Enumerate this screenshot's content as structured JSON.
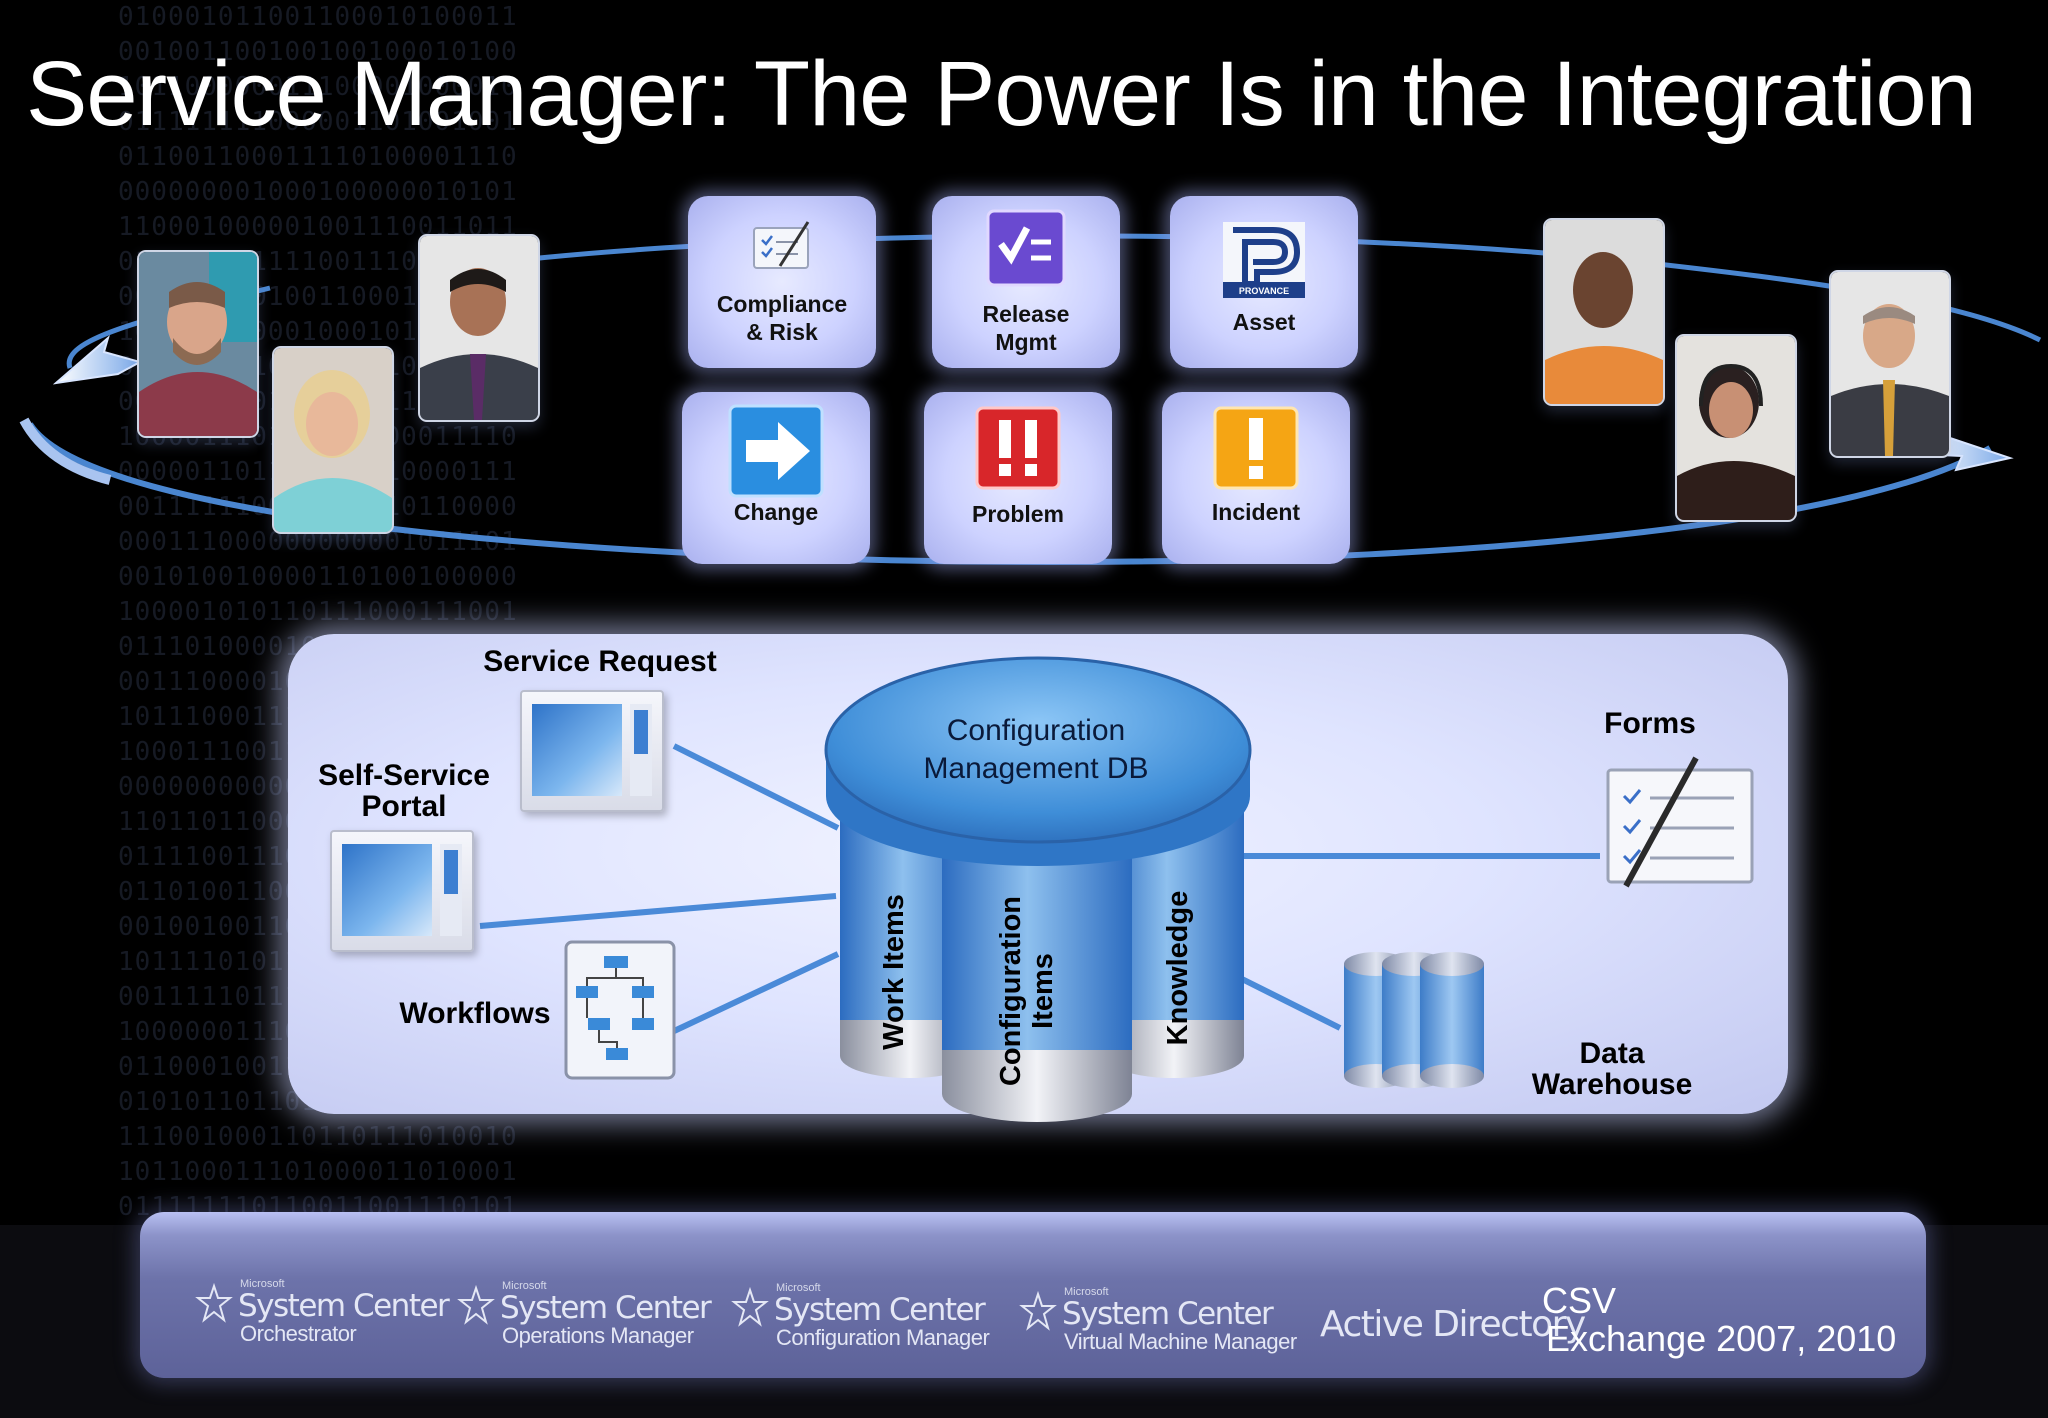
{
  "title": "Service Manager: The Power Is in the Integration",
  "tiles": [
    {
      "id": "compliance",
      "label_lines": [
        "Compliance",
        "& Risk"
      ],
      "icon": "checklist-pen-icon"
    },
    {
      "id": "release",
      "label_lines": [
        "Release",
        "Mgmt"
      ],
      "icon": "checkbox-list-icon"
    },
    {
      "id": "asset",
      "label_lines": [
        "Asset"
      ],
      "icon": "provance-logo-icon",
      "logo_text": "PROVANCE"
    },
    {
      "id": "change",
      "label_lines": [
        "Change"
      ],
      "icon": "arrow-right-icon"
    },
    {
      "id": "problem",
      "label_lines": [
        "Problem"
      ],
      "icon": "double-exclamation-icon"
    },
    {
      "id": "incident",
      "label_lines": [
        "Incident"
      ],
      "icon": "exclamation-icon"
    }
  ],
  "diagram": {
    "service_request": "Service Request",
    "self_service_lines": [
      "Self-Service",
      "Portal"
    ],
    "workflows": "Workflows",
    "forms": "Forms",
    "data_warehouse_lines": [
      "Data",
      "Warehouse"
    ],
    "cmdb_lines": [
      "Configuration",
      "Management DB"
    ],
    "cylinders": {
      "work_items": "Work Items",
      "config_items_lines": [
        "Configuration",
        "Items"
      ],
      "knowledge": "Knowledge"
    }
  },
  "footer": {
    "logos": [
      {
        "brand_small": "Microsoft",
        "brand": "System Center",
        "product": "Orchestrator"
      },
      {
        "brand_small": "Microsoft",
        "brand": "System Center",
        "product": "Operations Manager"
      },
      {
        "brand_small": "Microsoft",
        "brand": "System Center",
        "product": "Configuration Manager"
      },
      {
        "brand_small": "Microsoft",
        "brand": "System Center",
        "product": "Virtual Machine Manager"
      }
    ],
    "active_directory": "Active Directory",
    "csv": "CSV",
    "exchange": "Exchange 2007, 2010"
  },
  "colors": {
    "background": "#000000",
    "orbit_line": "#4a86d0",
    "tile": "#cdd2ff",
    "panel": "#dfe4ff",
    "cylinder": "#4f97db",
    "footer_bar": "#6d73aa"
  }
}
